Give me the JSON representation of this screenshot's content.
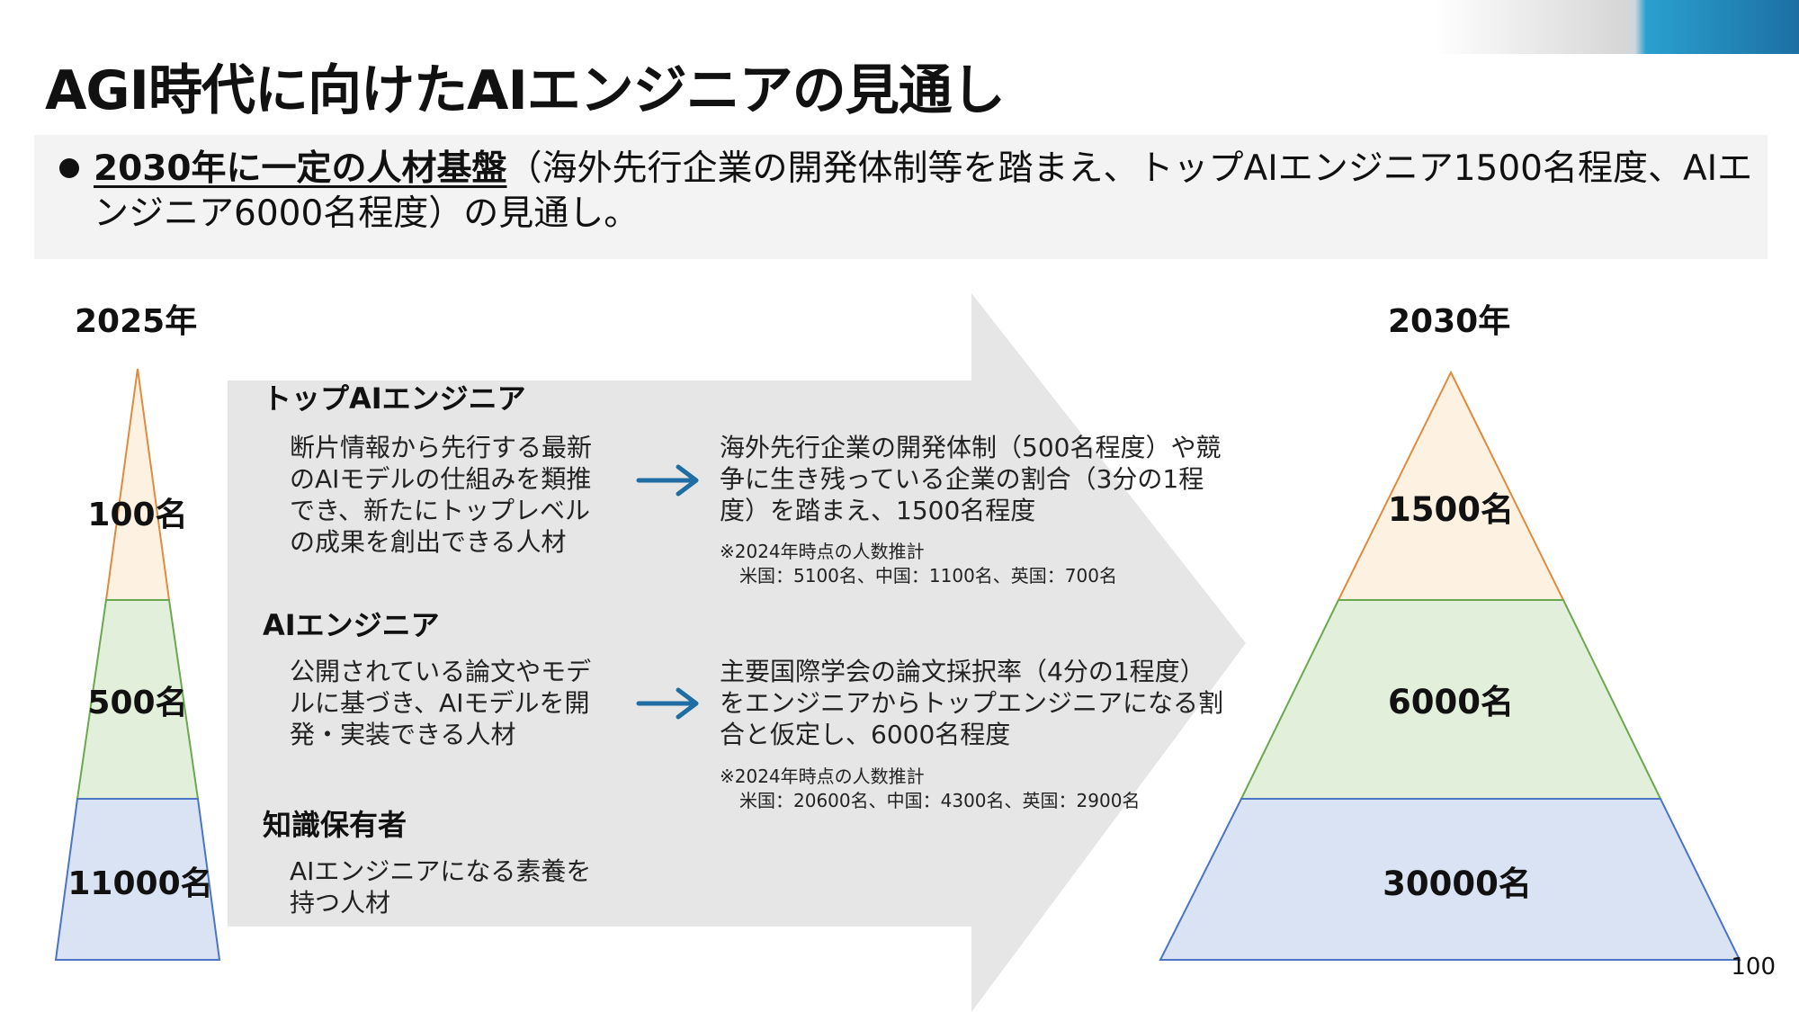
{
  "title": "AGI時代に向けたAIエンジニアの見通し",
  "summary": {
    "emphasis": "2030年に一定の人材基盤",
    "text": "（海外先行企業の開発体制等を踏まえ、トップAIエンジニア1500名程度、AIエンジニア6000名程度）の見通し。"
  },
  "year_left": "2025年",
  "year_right": "2030年",
  "pyramid_2025": {
    "top": "100名",
    "middle": "500名",
    "bottom": "11000名"
  },
  "pyramid_2030": {
    "top": "1500名",
    "middle": "6000名",
    "bottom": "30000名"
  },
  "categories": [
    {
      "title": "トップAIエンジニア",
      "description": "断片情報から先行する最新のAIモデルの仕組みを類推でき、新たにトップレベルの成果を創出できる人材",
      "rationale": "海外先行企業の開発体制（500名程度）や競争に生き残っている企業の割合（3分の1程度）を踏まえ、1500名程度",
      "note_title": "※2024年時点の人数推計",
      "note_values": "米国：5100名、中国：1100名、英国：700名"
    },
    {
      "title": "AIエンジニア",
      "description": "公開されている論文やモデルに基づき、AIモデルを開発・実装できる人材",
      "rationale": "主要国際学会の論文採択率（4分の1程度）をエンジニアからトップエンジニアになる割合と仮定し、6000名程度",
      "note_title": "※2024年時点の人数推計",
      "note_values": "米国：20600名、中国：4300名、英国：2900名"
    },
    {
      "title": "知識保有者",
      "description": "AIエンジニアになる素養を持つ人材"
    }
  ],
  "colors": {
    "top_fill": "#fdf2e1",
    "top_stroke": "#e08a3c",
    "middle_fill": "#e2efda",
    "middle_stroke": "#6aa84f",
    "bottom_fill": "#dae3f3",
    "bottom_stroke": "#4a74c4",
    "arrow_fill": "#e6e6e6",
    "small_arrow": "#1f6ea3"
  },
  "page_number": "100"
}
